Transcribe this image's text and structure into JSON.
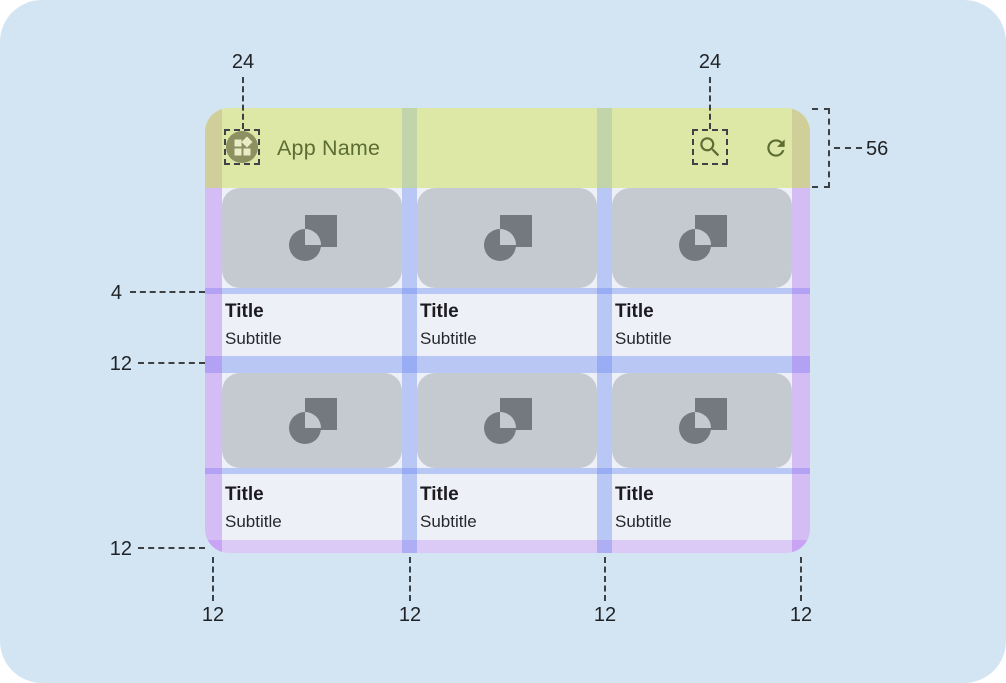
{
  "appbar": {
    "title": "App Name"
  },
  "annotations": {
    "leading_icon_size": "24",
    "trailing_icon_size": "24",
    "appbar_height": "56",
    "image_text_gap": "4",
    "row_gap": "12",
    "bottom_margin": "12",
    "column_marks": [
      "12",
      "12",
      "12",
      "12"
    ]
  },
  "cards": [
    {
      "title": "Title",
      "subtitle": "Subtitle"
    },
    {
      "title": "Title",
      "subtitle": "Subtitle"
    },
    {
      "title": "Title",
      "subtitle": "Subtitle"
    },
    {
      "title": "Title",
      "subtitle": "Subtitle"
    },
    {
      "title": "Title",
      "subtitle": "Subtitle"
    },
    {
      "title": "Title",
      "subtitle": "Subtitle"
    }
  ],
  "icons": {
    "leading": "grid-logo-icon",
    "search": "search-icon",
    "refresh": "refresh-icon",
    "card_image": "image-placeholder-icon"
  },
  "colors": {
    "page_bg": "#d3e4f2",
    "appbar_bg": "#dde8a7",
    "appbar_fg": "#5c6c33",
    "card_image_bg": "#c5c9d0",
    "card_glyph": "#74797f",
    "content_bg": "#edf0f7",
    "gutter_overlay_blue": "rgba(100,132,242,0.38)",
    "margin_overlay_purple": "rgba(168,98,240,0.36)",
    "bottom_band_purple": "rgba(178,112,245,0.30)"
  }
}
